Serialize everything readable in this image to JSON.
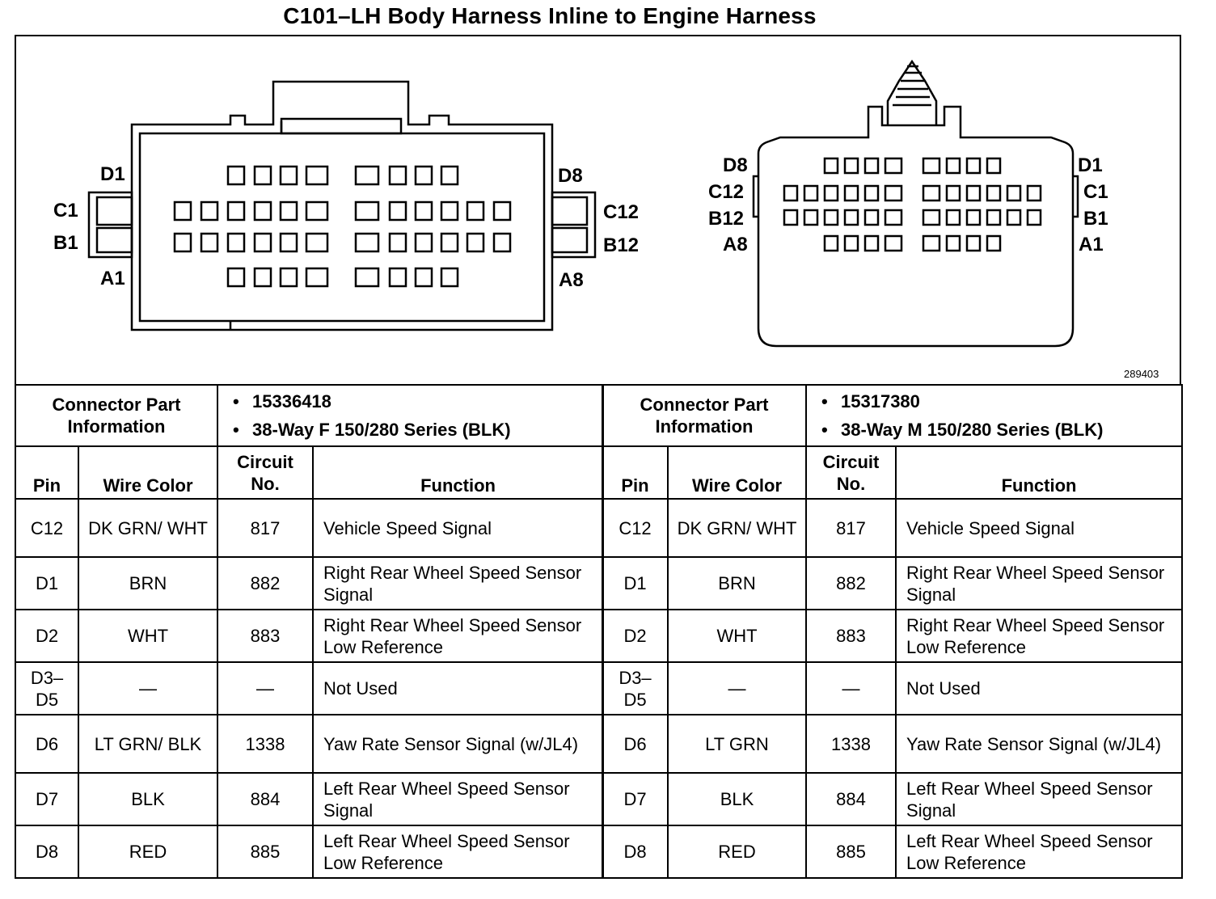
{
  "page": {
    "title": "C101–LH Body Harness Inline to Engine Harness",
    "figure_number": "289403"
  },
  "left_connector": {
    "label_d1": "D1",
    "label_c1": "C1",
    "label_b1": "B1",
    "label_a1": "A1",
    "label_d8": "D8",
    "label_c12": "C12",
    "label_b12": "B12",
    "label_a8": "A8"
  },
  "right_connector": {
    "label_d8": "D8",
    "label_c12": "C12",
    "label_b12": "B12",
    "label_a8": "A8",
    "label_d1": "D1",
    "label_c1": "C1",
    "label_b1": "B1",
    "label_a1": "A1"
  },
  "left_table": {
    "info_label": "Connector Part Information",
    "part_number": "15336418",
    "description": "38-Way F 150/280 Series (BLK)",
    "headers": {
      "pin": "Pin",
      "wire_color": "Wire Color",
      "circuit": "Circuit No.",
      "function": "Function"
    },
    "rows": [
      {
        "pin": "C12",
        "wire": "DK GRN/ WHT",
        "circuit": "817",
        "function": "Vehicle Speed Signal"
      },
      {
        "pin": "D1",
        "wire": "BRN",
        "circuit": "882",
        "function": "Right Rear Wheel Speed Sensor Signal"
      },
      {
        "pin": "D2",
        "wire": "WHT",
        "circuit": "883",
        "function": "Right Rear Wheel Speed Sensor Low Reference"
      },
      {
        "pin": "D3– D5",
        "wire": "—",
        "circuit": "—",
        "function": "Not Used"
      },
      {
        "pin": "D6",
        "wire": "LT GRN/ BLK",
        "circuit": "1338",
        "function": "Yaw Rate Sensor Signal (w/JL4)"
      },
      {
        "pin": "D7",
        "wire": "BLK",
        "circuit": "884",
        "function": "Left Rear Wheel Speed Sensor Signal"
      },
      {
        "pin": "D8",
        "wire": "RED",
        "circuit": "885",
        "function": "Left Rear Wheel Speed Sensor Low Reference"
      }
    ]
  },
  "right_table": {
    "info_label": "Connector Part Information",
    "part_number": "15317380",
    "description": "38-Way M 150/280 Series (BLK)",
    "headers": {
      "pin": "Pin",
      "wire_color": "Wire Color",
      "circuit": "Circuit No.",
      "function": "Function"
    },
    "rows": [
      {
        "pin": "C12",
        "wire": "DK GRN/ WHT",
        "circuit": "817",
        "function": "Vehicle Speed Signal"
      },
      {
        "pin": "D1",
        "wire": "BRN",
        "circuit": "882",
        "function": "Right Rear Wheel Speed Sensor Signal"
      },
      {
        "pin": "D2",
        "wire": "WHT",
        "circuit": "883",
        "function": "Right Rear Wheel Speed Sensor Low Reference"
      },
      {
        "pin": "D3– D5",
        "wire": "—",
        "circuit": "—",
        "function": "Not Used"
      },
      {
        "pin": "D6",
        "wire": "LT GRN",
        "circuit": "1338",
        "function": "Yaw Rate Sensor Signal (w/JL4)"
      },
      {
        "pin": "D7",
        "wire": "BLK",
        "circuit": "884",
        "function": "Left Rear Wheel Speed Sensor Signal"
      },
      {
        "pin": "D8",
        "wire": "RED",
        "circuit": "885",
        "function": "Left Rear Wheel Speed Sensor Low Reference"
      }
    ]
  }
}
